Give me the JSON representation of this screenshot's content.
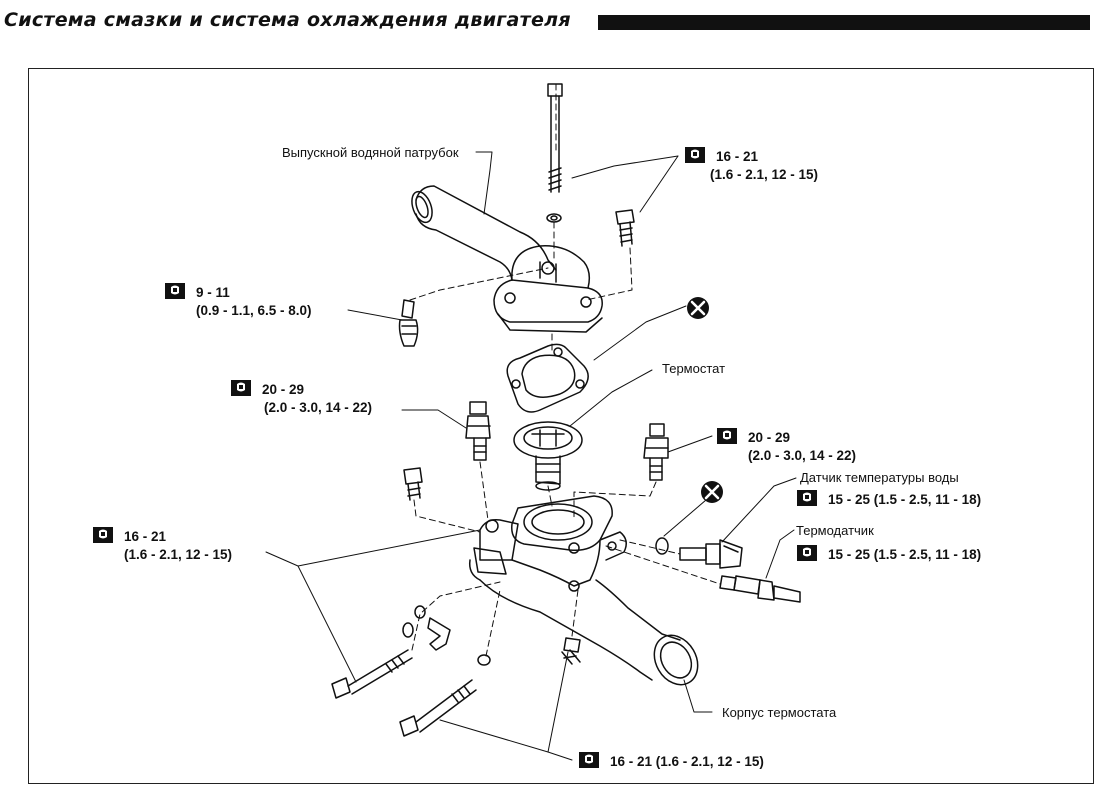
{
  "header": {
    "title": "Система смазки и система охлаждения двигателя"
  },
  "labels": {
    "outlet": "Выпускной водяной патрубок",
    "thermostat": "Термостат",
    "water_temp_sensor": "Датчик температуры воды",
    "thermo_sensor": "Термодатчик",
    "housing": "Корпус термостата"
  },
  "torques": {
    "t1": {
      "line1": "16 - 21",
      "line2": "(1.6 - 2.1, 12 - 15)"
    },
    "t2": {
      "line1": "9 - 11",
      "line2": "(0.9 - 1.1, 6.5 - 8.0)"
    },
    "t3": {
      "line1": "20 - 29",
      "line2": "(2.0 - 3.0, 14 - 22)"
    },
    "t4": {
      "line1": "20 - 29",
      "line2": "(2.0 - 3.0, 14 - 22)"
    },
    "t5": {
      "line1": "15 - 25 (1.5 - 2.5, 11 - 18)"
    },
    "t6": {
      "line1": "15 - 25 (1.5 - 2.5, 11 - 18)"
    },
    "t7": {
      "line1": "16 - 21",
      "line2": "(1.6 - 2.1, 12 - 15)"
    },
    "t8": {
      "line1": "16 - 21 (1.6 - 2.1, 12 - 15)"
    }
  },
  "icons": {
    "torque": "torque-wrench-icon",
    "replace": "do-not-reuse-icon"
  }
}
